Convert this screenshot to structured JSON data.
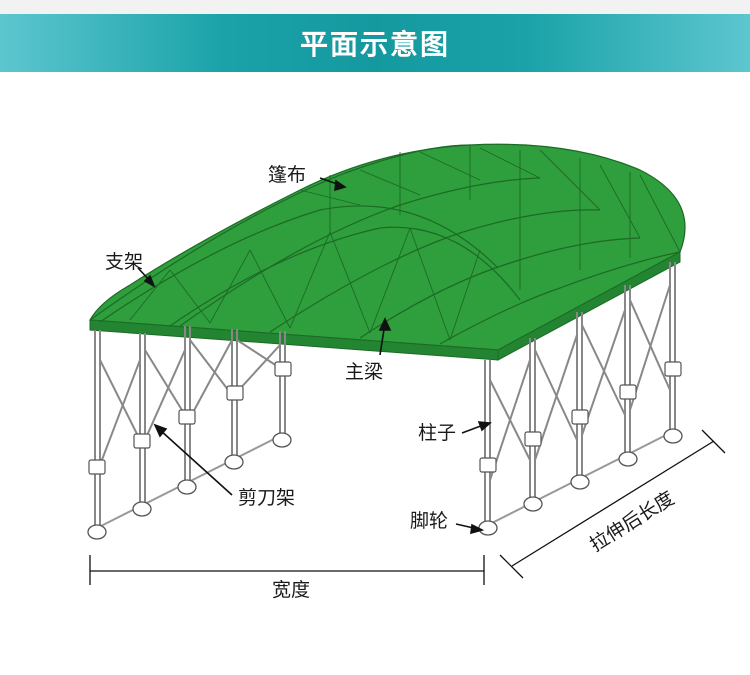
{
  "header": {
    "title": "平面示意图",
    "background_color": "#1aa2a8",
    "text_color": "#ffffff"
  },
  "diagram": {
    "canopy_color": "#2f9e3c",
    "labels": {
      "canopy_fabric": "篷布",
      "support_frame": "支架",
      "main_beam": "主梁",
      "column": "柱子",
      "scissor_frame": "剪刀架",
      "caster_wheel": "脚轮",
      "width": "宽度",
      "extended_length": "拉伸后长度"
    }
  }
}
